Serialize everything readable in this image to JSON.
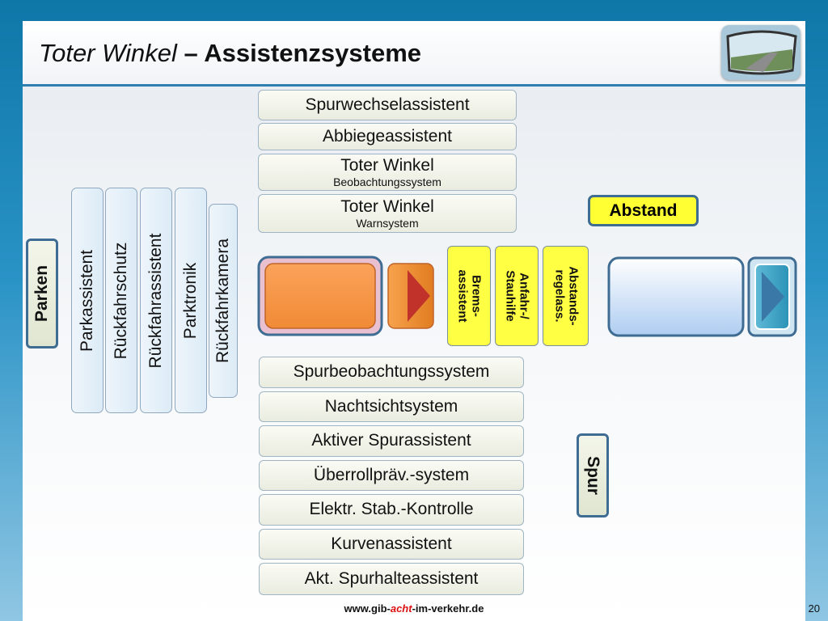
{
  "title": {
    "part1": "Toter Winkel",
    "sep": " – ",
    "part2": "Assistenzsysteme"
  },
  "top_boxes": [
    {
      "label": "Spurwechselassistent",
      "sub": ""
    },
    {
      "label": "Abbiegeassistent",
      "sub": ""
    },
    {
      "label": "Toter Winkel",
      "sub": "Beobachtungssystem"
    },
    {
      "label": "Toter Winkel",
      "sub": "Warnsystem"
    }
  ],
  "parking": {
    "group_label": "Parken",
    "items": [
      "Parkassistent",
      "Rückfahrschutz",
      "Rückfahrassistent",
      "Parktronik",
      "Rückfahrkamera"
    ]
  },
  "distance": {
    "group_label": "Abstand",
    "items": [
      {
        "line1": "Brems-",
        "line2": "assistent"
      },
      {
        "line1": "Anfahr-/",
        "line2": "Stauhilfe"
      },
      {
        "line1": "Abstands-",
        "line2": "regelass."
      }
    ]
  },
  "lane": {
    "group_label": "Spur",
    "items": [
      "Spurbeobachtungssystem",
      "Nachtsichtsystem",
      "Aktiver Spurassistent",
      "Überrollpräv.-system",
      "Elektr. Stab.-Kontrolle",
      "Kurvenassistent",
      "Akt. Spurhalteassistent"
    ]
  },
  "colors": {
    "own_car": "#f5964a",
    "other_car": "#bcd6f2",
    "highlight": "#ffff44",
    "border": "#3f6c93"
  },
  "footer": {
    "pre": "www.gib-",
    "highlight": "acht",
    "post": "-im-verkehr.de"
  },
  "page_number": "20"
}
